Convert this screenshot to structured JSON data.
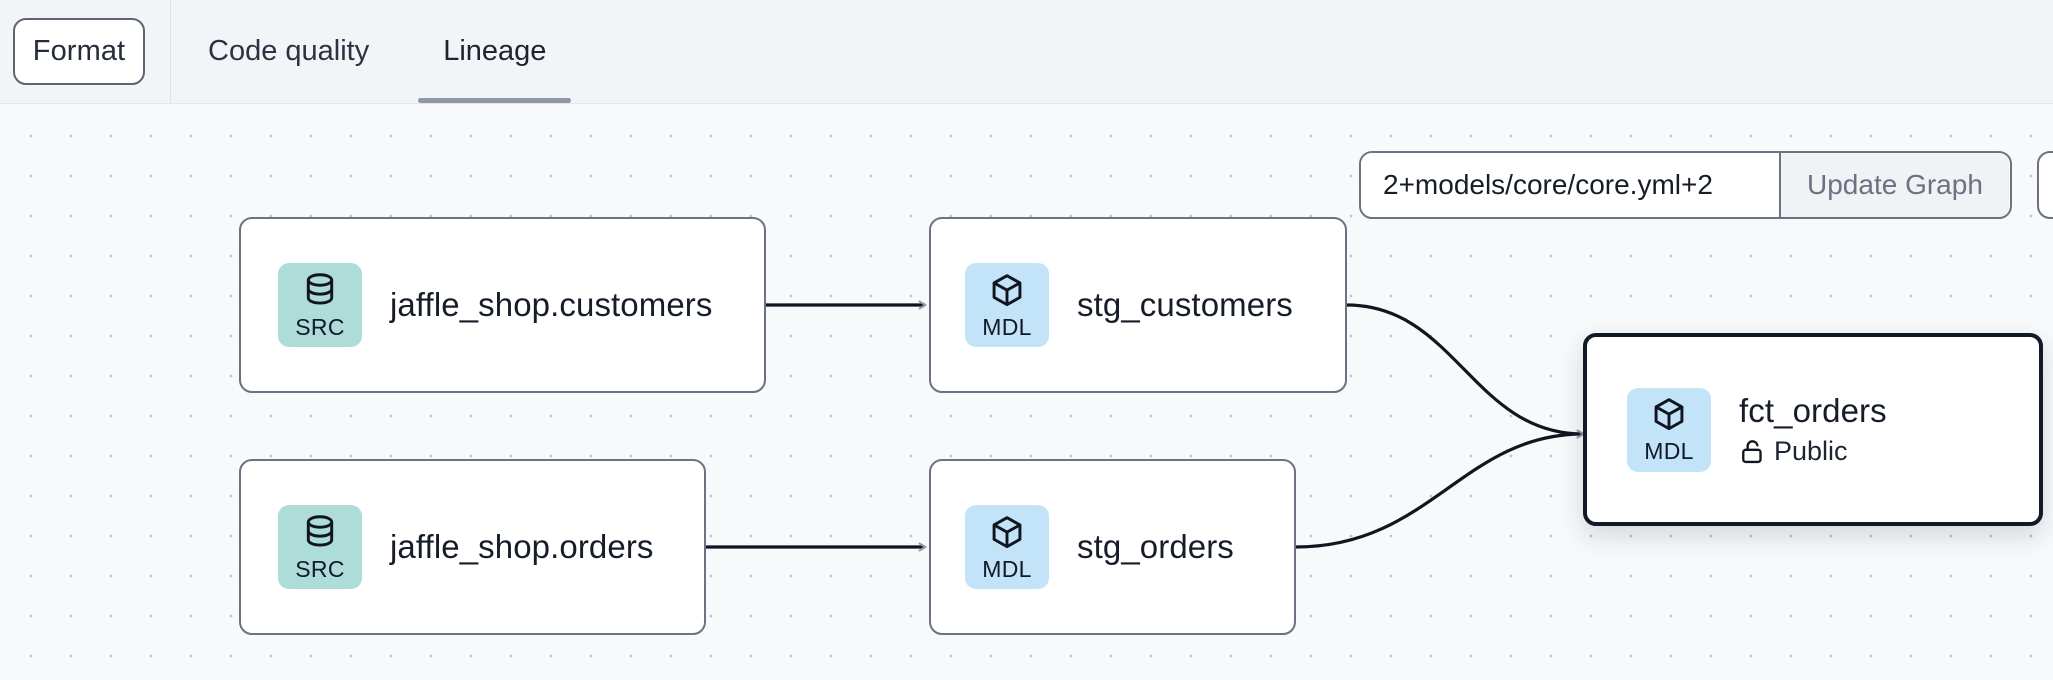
{
  "toolbar": {
    "format_label": "Format"
  },
  "tabs": [
    {
      "label": "Code quality",
      "active": false
    },
    {
      "label": "Lineage",
      "active": true
    }
  ],
  "graph_toolbar": {
    "selector_value": "2+models/core/core.yml+2",
    "selector_placeholder": "2+models/core/core.yml+2",
    "update_label": "Update Graph"
  },
  "lineage": {
    "nodes": [
      {
        "id": "src_customers",
        "title": "jaffle_shop.customers",
        "badge": "SRC",
        "badge_icon": "database-icon",
        "badge_color": "#aedcd9",
        "selected": false,
        "subtitle": null
      },
      {
        "id": "stg_customers",
        "title": "stg_customers",
        "badge": "MDL",
        "badge_icon": "cube-icon",
        "badge_color": "#c3e3f8",
        "selected": false,
        "subtitle": null
      },
      {
        "id": "src_orders",
        "title": "jaffle_shop.orders",
        "badge": "SRC",
        "badge_icon": "database-icon",
        "badge_color": "#aedcd9",
        "selected": false,
        "subtitle": null
      },
      {
        "id": "stg_orders",
        "title": "stg_orders",
        "badge": "MDL",
        "badge_icon": "cube-icon",
        "badge_color": "#c3e3f8",
        "selected": false,
        "subtitle": null
      },
      {
        "id": "fct_orders",
        "title": "fct_orders",
        "badge": "MDL",
        "badge_icon": "cube-icon",
        "badge_color": "#c3e3f8",
        "selected": true,
        "subtitle": "Public",
        "subtitle_icon": "unlock-icon"
      }
    ],
    "edges": [
      {
        "from": "src_customers",
        "to": "stg_customers"
      },
      {
        "from": "src_orders",
        "to": "stg_orders"
      },
      {
        "from": "stg_customers",
        "to": "fct_orders"
      },
      {
        "from": "stg_orders",
        "to": "fct_orders"
      }
    ]
  },
  "colors": {
    "canvas_bg": "#f7f9fb",
    "topbar_bg": "#f2f4f7",
    "node_border": "#6b7383",
    "selected_border": "#121a28",
    "tab_underline": "#8d97a8",
    "edge_line": "#10161f",
    "src_badge": "#aedcd9",
    "mdl_badge": "#c3e3f8"
  }
}
